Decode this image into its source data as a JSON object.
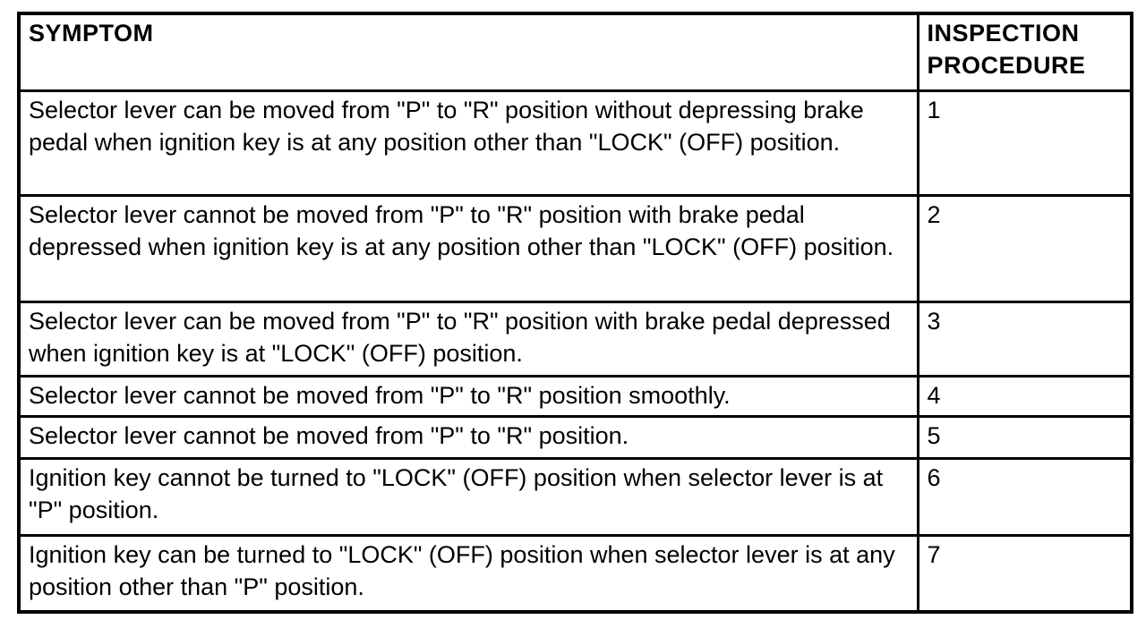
{
  "table": {
    "headers": {
      "symptom": "SYMPTOM",
      "procedure": "INSPECTION PROCEDURE"
    },
    "rows": [
      {
        "symptom": "Selector lever can be moved from \"P\" to \"R\" position without depressing brake pedal when ignition key is at any position other than \"LOCK\" (OFF) position.",
        "procedure": "1"
      },
      {
        "symptom": "Selector lever cannot be moved from \"P\" to \"R\" position with brake pedal depressed when ignition key is at any position other than \"LOCK\" (OFF) position.",
        "procedure": "2"
      },
      {
        "symptom": "Selector lever can be moved from \"P\" to \"R\" position with brake pedal depressed when ignition key is at \"LOCK\" (OFF) position.",
        "procedure": "3"
      },
      {
        "symptom": "Selector lever cannot be moved from \"P\" to \"R\" position smoothly.",
        "procedure": "4"
      },
      {
        "symptom": "Selector lever cannot be moved from \"P\" to \"R\" position.",
        "procedure": "5"
      },
      {
        "symptom": "Ignition key cannot be turned to \"LOCK\" (OFF) position when selector lever is at \"P\" position.",
        "procedure": "6"
      },
      {
        "symptom": "Ignition key can be turned to \"LOCK\" (OFF) position when selector lever is at any position other than \"P\" position.",
        "procedure": "7"
      }
    ]
  }
}
